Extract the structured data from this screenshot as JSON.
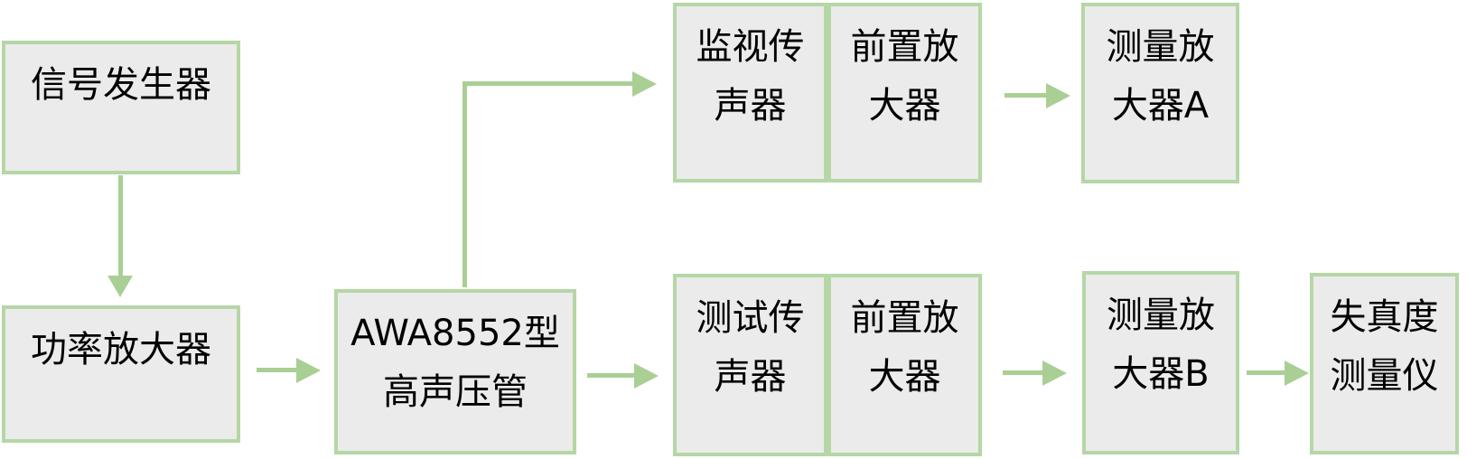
{
  "diagram_type": "flowchart",
  "colors": {
    "box_fill": "#ebebeb",
    "box_border": "#b5d7a5",
    "arrow": "#aacf95",
    "text": "#000000",
    "background": "#ffffff"
  },
  "nodes": [
    {
      "id": "signal-generator",
      "lines": [
        "信号发生器"
      ]
    },
    {
      "id": "power-amplifier",
      "lines": [
        "功率放大器"
      ]
    },
    {
      "id": "awa8552-tube",
      "lines": [
        "AWA8552型",
        "高声压管"
      ]
    },
    {
      "id": "monitor-microphone",
      "lines": [
        "监视传",
        "声器"
      ]
    },
    {
      "id": "preamplifier-top",
      "lines": [
        "前置放",
        "大器"
      ]
    },
    {
      "id": "measuring-amplifier-a",
      "lines": [
        "测量放",
        "大器A"
      ]
    },
    {
      "id": "test-microphone",
      "lines": [
        "测试传",
        "声器"
      ]
    },
    {
      "id": "preamplifier-bottom",
      "lines": [
        "前置放",
        "大器"
      ]
    },
    {
      "id": "measuring-amplifier-b",
      "lines": [
        "测量放",
        "大器B"
      ]
    },
    {
      "id": "distortion-meter",
      "lines": [
        "失真度",
        "测量仪"
      ]
    }
  ],
  "connectors": [
    {
      "from": "signal-generator",
      "to": "power-amplifier",
      "shape": "straight-down"
    },
    {
      "from": "power-amplifier",
      "to": "awa8552-tube",
      "shape": "straight-right"
    },
    {
      "from": "awa8552-tube",
      "to": "monitor-microphone",
      "shape": "elbow-up-right"
    },
    {
      "from": "awa8552-tube",
      "to": "test-microphone",
      "shape": "straight-right"
    },
    {
      "from": "preamplifier-top",
      "to": "measuring-amplifier-a",
      "shape": "straight-right"
    },
    {
      "from": "preamplifier-bottom",
      "to": "measuring-amplifier-b",
      "shape": "straight-right"
    },
    {
      "from": "measuring-amplifier-b",
      "to": "distortion-meter",
      "shape": "straight-right"
    }
  ]
}
